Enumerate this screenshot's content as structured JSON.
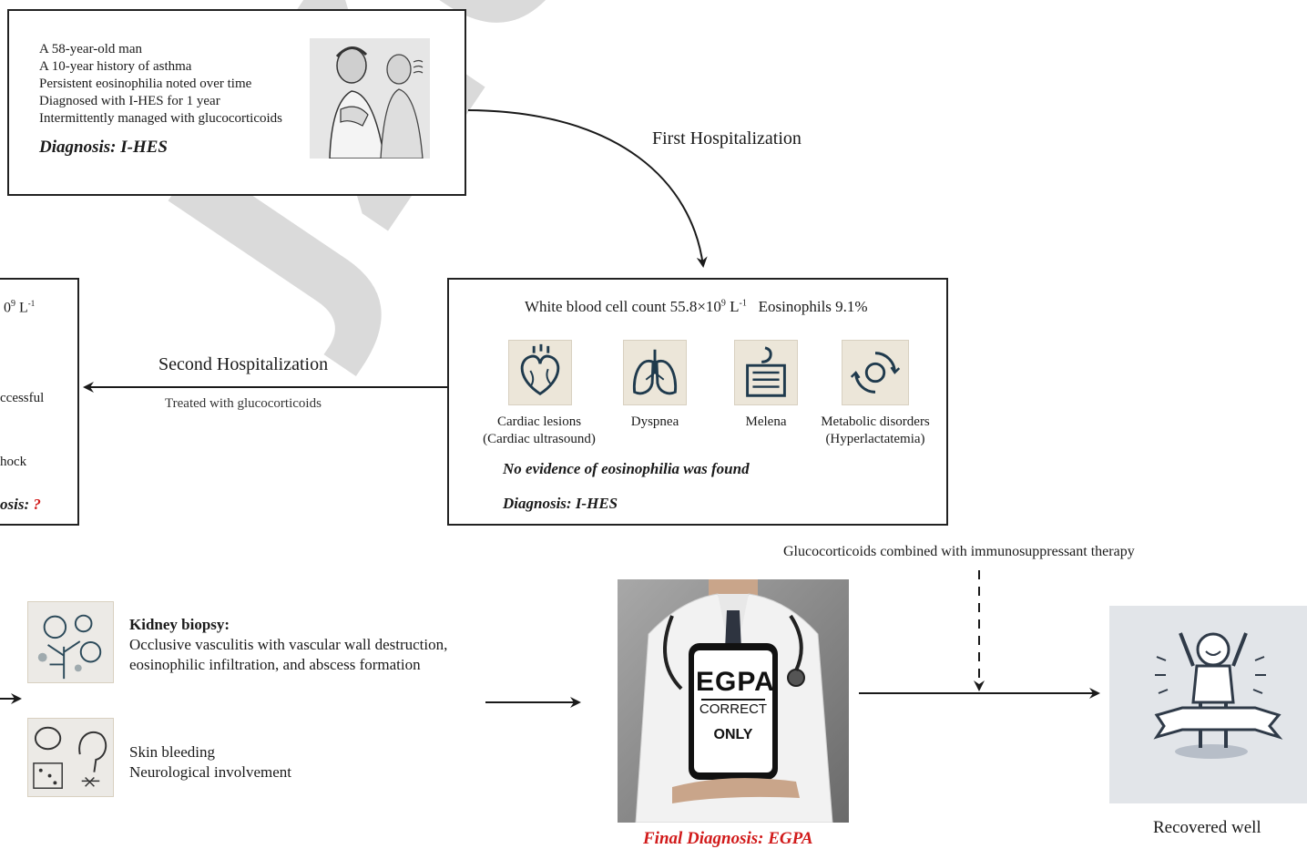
{
  "watermark": "JZUS-B",
  "top_box": {
    "lines": [
      "A 58-year-old man",
      "A 10-year history of asthma",
      "Persistent eosinophilia noted over time",
      "Diagnosed with I-HES for 1 year",
      "Intermittently managed with glucocorticoids"
    ],
    "diagnosis": "Diagnosis: I-HES"
  },
  "first_hosp_label": "First Hospitalization",
  "mid_box": {
    "lab": "White blood cell count 55.8×10",
    "lab_exp": "9",
    "lab_unit": " L",
    "lab_unit_exp": "-1",
    "lab_eos": "Eosinophils 9.1%",
    "findings": [
      {
        "line1": "Cardiac lesions",
        "line2": "(Cardiac ultrasound)",
        "icon": "heart-icon"
      },
      {
        "line1": "Dyspnea",
        "line2": "",
        "icon": "lungs-icon"
      },
      {
        "line1": "Melena",
        "line2": "",
        "icon": "intestine-icon"
      },
      {
        "line1": "Metabolic disorders",
        "line2": "(Hyperlactatemia)",
        "icon": "metabolic-cycle-icon"
      }
    ],
    "no_evidence": "No evidence of eosinophilia was found",
    "diagnosis": "Diagnosis: I-HES"
  },
  "second_hosp": {
    "label": "Second Hospitalization",
    "sub": "Treated with glucocorticoids"
  },
  "left_box": {
    "frag1": "0",
    "frag1_exp": "9",
    "frag1_tail": " L",
    "frag1_tail_exp": "-1",
    "frag2": "ccessful",
    "frag3": "hock",
    "diag_frag": "osis: ",
    "diag_q": "?"
  },
  "kidney": {
    "title": "Kidney biopsy:",
    "line1": "Occlusive vasculitis with vascular wall destruction,",
    "line2": "eosinophilic infiltration, and abscess formation"
  },
  "skin": {
    "line1": "Skin bleeding",
    "line2": "Neurological involvement"
  },
  "therapy_label": "Glucocorticoids combined with immunosuppressant therapy",
  "tablet": {
    "l1": "EGPA",
    "l2": "CORRECT",
    "l3": "ONLY"
  },
  "final_diagnosis": "Final Diagnosis: EGPA",
  "recovered": "Recovered well",
  "colors": {
    "red": "#d11a1a",
    "border": "#222222"
  }
}
